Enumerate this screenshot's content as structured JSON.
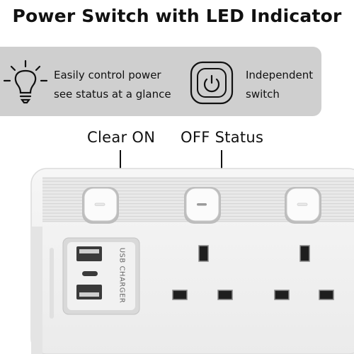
{
  "title": "Power Switch with LED Indicator",
  "banner": {
    "left_line1": "Easily control power",
    "left_line2": "see status at a glance",
    "right_line1": "Independent",
    "right_line2": "switch"
  },
  "labels": {
    "on": "Clear ON",
    "off": "OFF Status"
  },
  "usb_label": "USB CHARGER",
  "colors": {
    "banner": "#cfcfcf",
    "strip": "#f2f2f2",
    "text": "#111111"
  },
  "icons": [
    "light-bulb-icon",
    "power-button-icon"
  ]
}
